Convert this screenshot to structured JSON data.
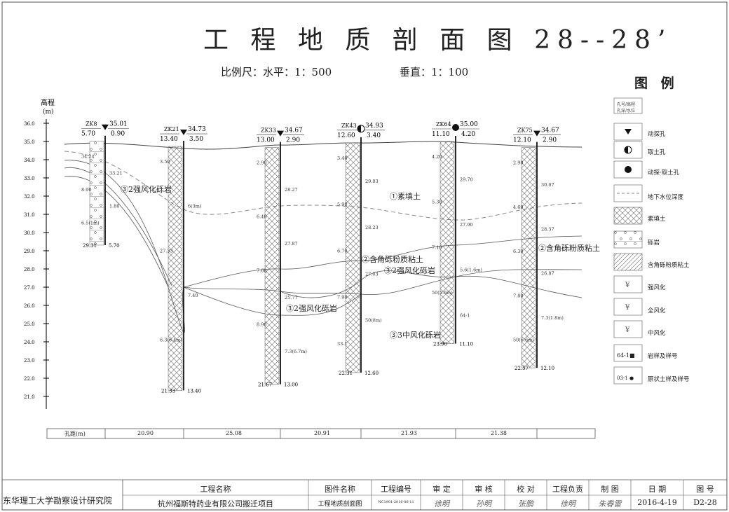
{
  "title": "工 程 地 质 剖 面 图 28--28’",
  "scale_h": "比例尺：水平：1：500",
  "scale_v": "垂直：1：100",
  "elevation_axis": {
    "label": "高程",
    "unit": "(m)",
    "ticks": [
      "36.0",
      "35.0",
      "34.0",
      "33.0",
      "32.0",
      "31.0",
      "30.0",
      "29.0",
      "28.0",
      "27.0",
      "26.0",
      "25.0",
      "24.0",
      "23.0",
      "22.0",
      "21.0"
    ]
  },
  "boreholes": [
    {
      "id": "ZK8",
      "elev": "35.01",
      "depth": "5.70",
      "water": "0.90",
      "type": "dynamic",
      "bottom_elev": "29.31",
      "bottom_depth": "5.70",
      "marks": [
        "34.24",
        "33.21",
        "8.90",
        "1.80",
        "6.5(1m)"
      ]
    },
    {
      "id": "ZK21",
      "elev": "34.73",
      "depth": "13.40",
      "water": "3.50",
      "type": "dynamic",
      "bottom_elev": "21.33",
      "bottom_depth": "13.40",
      "marks": [
        "3.50",
        "6(3m)",
        "27.33",
        "7.40",
        "6.3(6.4m)"
      ]
    },
    {
      "id": "ZK33",
      "elev": "34.67",
      "depth": "13.00",
      "water": "2.90",
      "type": "dynamic",
      "bottom_elev": "21.67",
      "bottom_depth": "13.00",
      "marks": [
        "2.90",
        "28.27",
        "6.40",
        "27.87",
        "7.60",
        "25.77",
        "8.90",
        "7.3(6.7m)"
      ]
    },
    {
      "id": "ZK43",
      "elev": "34.93",
      "depth": "12.60",
      "water": "3.40",
      "type": "sample",
      "bottom_elev": "22.31",
      "bottom_depth": "12.60",
      "marks": [
        "3.40",
        "29.03",
        "5.90",
        "28.23",
        "6.70",
        "27.03",
        "7.90",
        "50(8m)",
        "33-1"
      ]
    },
    {
      "id": "ZK64",
      "elev": "35.00",
      "depth": "11.10",
      "water": "4.20",
      "type": "dynamic-sample",
      "bottom_elev": "23.90",
      "bottom_depth": "11.10",
      "marks": [
        "4.20",
        "29.70",
        "5.30",
        "27.90",
        "7.10",
        "5.6(1.6m)",
        "50(5.6m)",
        "64-1"
      ]
    },
    {
      "id": "ZK75",
      "elev": "34.67",
      "depth": "12.10",
      "water": "2.90",
      "type": "dynamic",
      "bottom_elev": "22.57",
      "bottom_depth": "12.10",
      "marks": [
        "2.90",
        "30.67",
        "4.60",
        "28.37",
        "6.30",
        "26.87",
        "7.80",
        "7.3(1.8m)",
        "50(6.6m)"
      ]
    }
  ],
  "strata_labels": [
    {
      "num": "①",
      "text": "素填土"
    },
    {
      "num": "③",
      "text": "2强风化砾岩"
    },
    {
      "num": "②",
      "text": "含角砾粉质粘土"
    },
    {
      "num": "③",
      "text": "2强风化砾岩"
    },
    {
      "num": "③",
      "text": "2强风化砾岩"
    },
    {
      "num": "③",
      "text": "3中风化砾岩"
    },
    {
      "num": "②",
      "text": "含角砾粉质粘土"
    }
  ],
  "distance_row": {
    "label": "孔距(m)",
    "values": [
      "20.90",
      "25.08",
      "20.91",
      "21.93",
      "21.38"
    ]
  },
  "legend": {
    "title": "图 例",
    "key": {
      "top_left": "孔号",
      "top_right": "高程",
      "bottom_left": "孔深",
      "bottom_right": "水位"
    },
    "items": [
      "动探孔",
      "取土孔",
      "动探·取土孔",
      "地下水位深度",
      "素填土",
      "砾岩",
      "含角砾粉质粘土",
      "强风化",
      "全风化",
      "中风化",
      "岩样及样号",
      "原状土样及样号"
    ],
    "sample_rock": "64-1■",
    "sample_soil": "03-1 ●"
  },
  "title_block": {
    "institute": "东华理工大学勘察设计研究院",
    "project_name_label": "工程名称",
    "project_name": "杭州福斯特药业有限公司搬迁项目",
    "drawing_name_label": "图件名称",
    "drawing_name": "工程地质剖面图",
    "project_no_label": "工程编号",
    "project_no": "NC1901-2016-06-11",
    "review_label": "审 定",
    "check_label": "审 核",
    "proof_label": "校 对",
    "chief_label": "工程负责",
    "drawn_label": "制 图",
    "date_label": "日 期",
    "date": "2016-4-19",
    "sheet_label": "图 号",
    "sheet": "D2-28",
    "signatures": [
      "徐明",
      "孙明",
      "张鹏",
      "徐明",
      "朱春雷"
    ]
  }
}
